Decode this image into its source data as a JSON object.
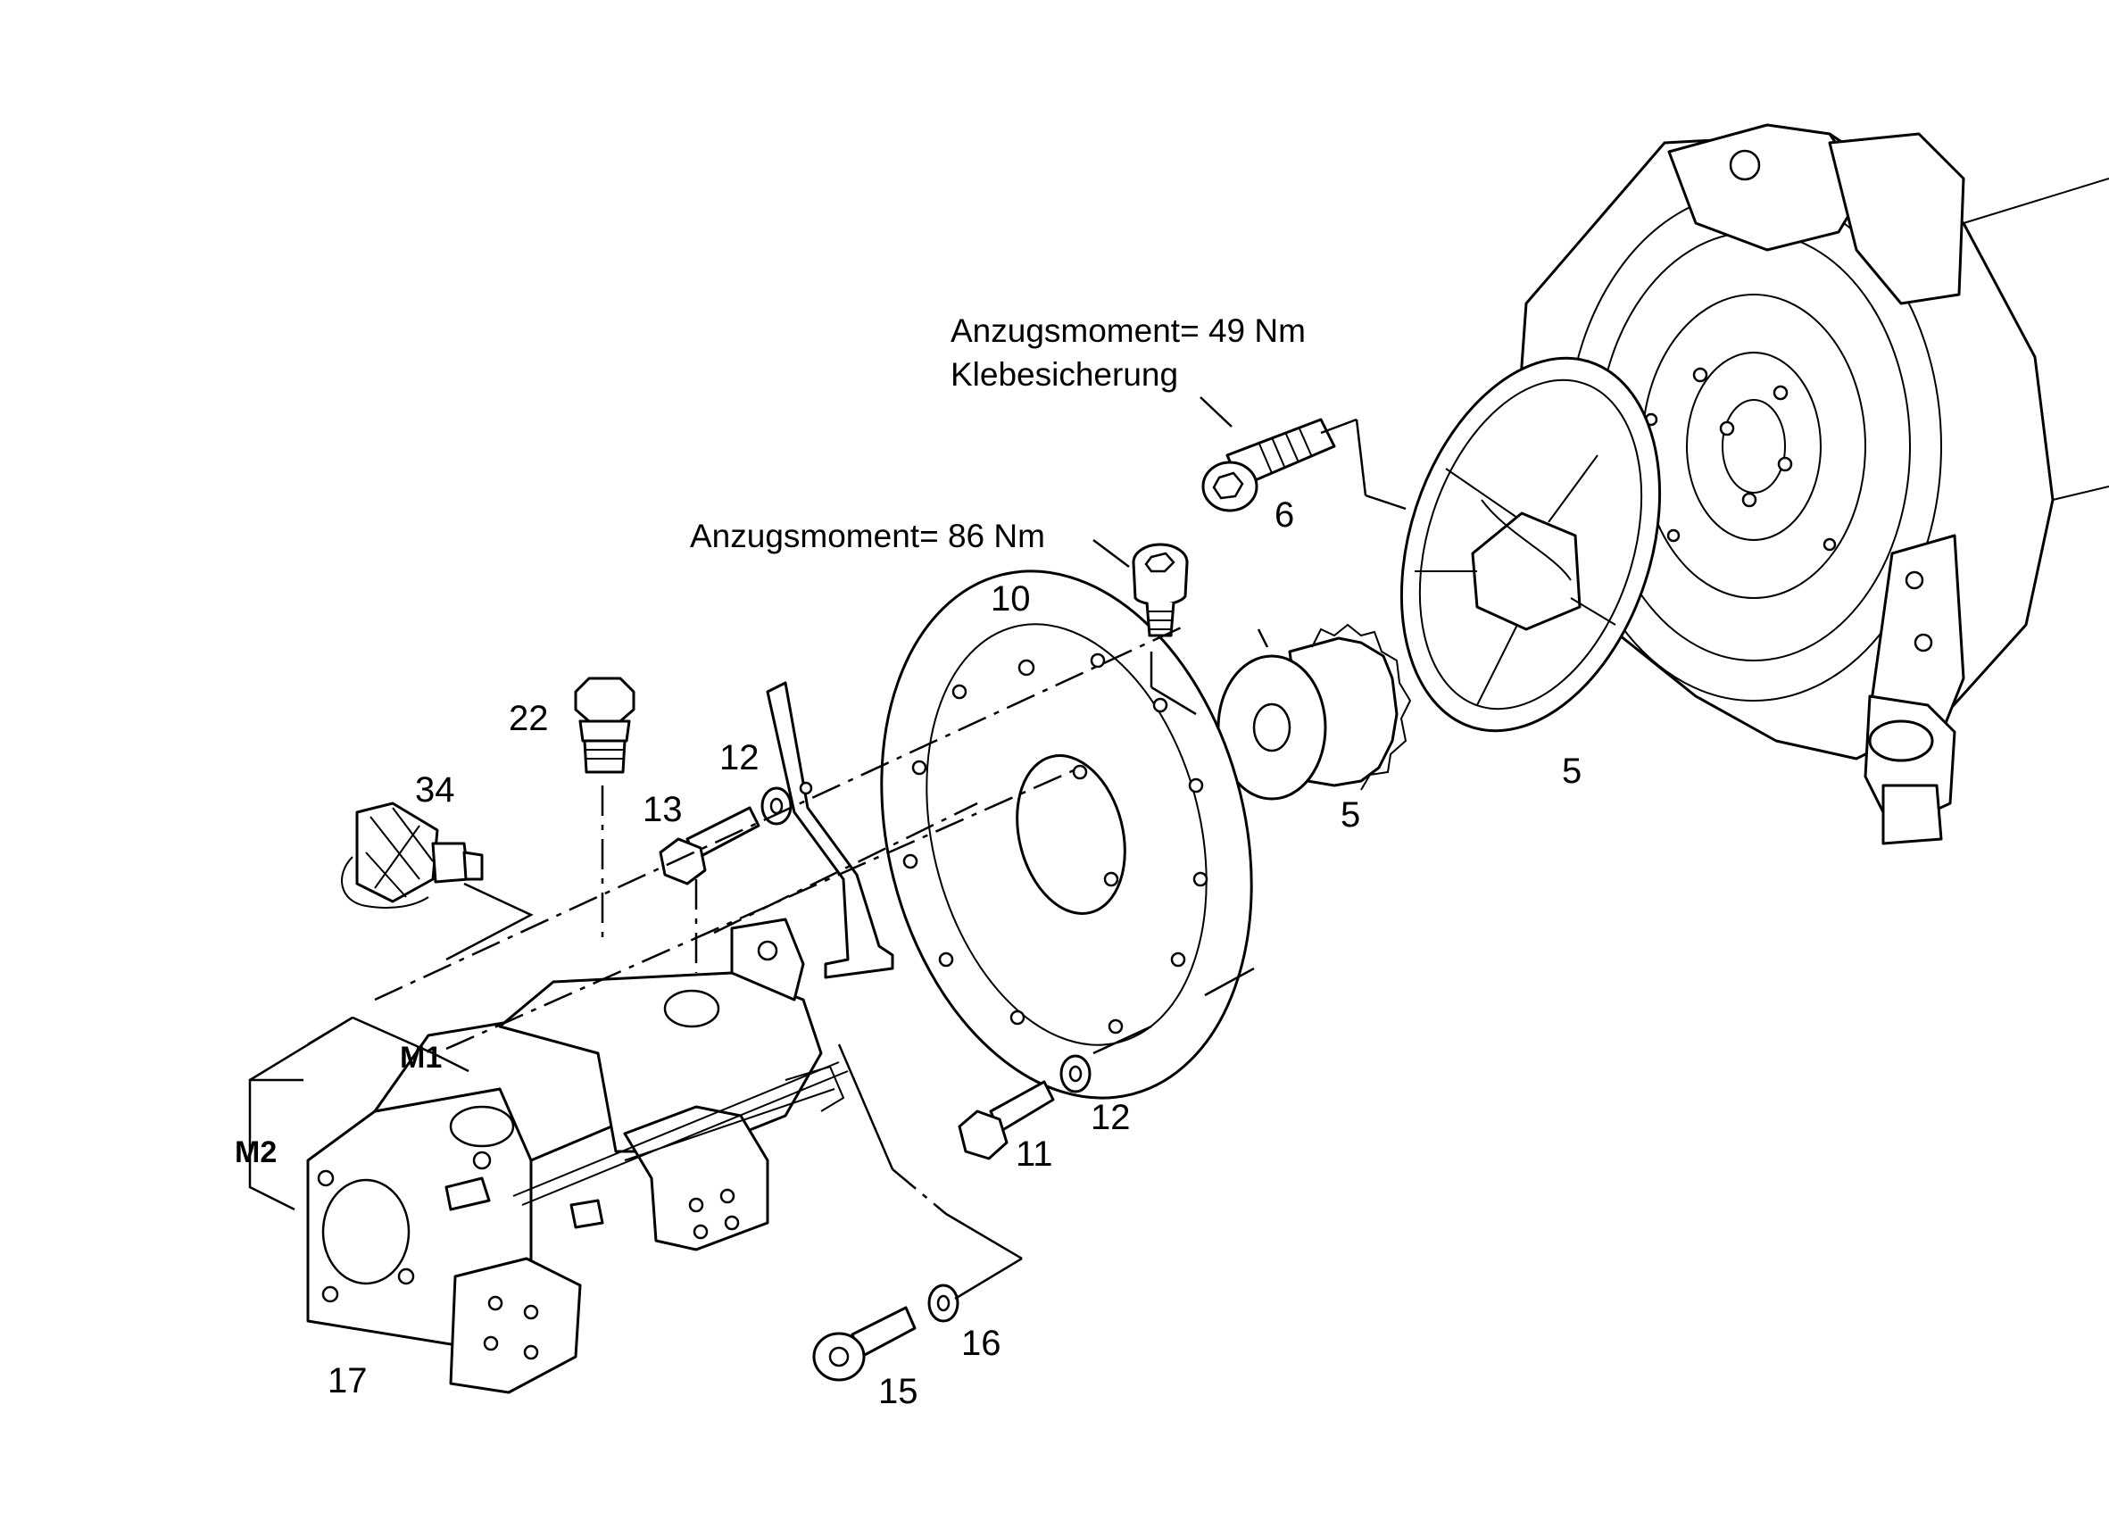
{
  "notes": {
    "torque_49": "Anzugsmoment= 49 Nm",
    "adhesive": "Klebesicherung",
    "torque_86": "Anzugsmoment= 86 Nm"
  },
  "labels": {
    "p5_coupling": "5",
    "p5_hub": "5",
    "p6": "6",
    "p10": "10",
    "p11": "11",
    "p12_top": "12",
    "p12_bottom": "12",
    "p13": "13",
    "p15": "15",
    "p16": "16",
    "p17": "17",
    "p22": "22",
    "p34": "34",
    "m1": "M1",
    "m2": "M2"
  }
}
